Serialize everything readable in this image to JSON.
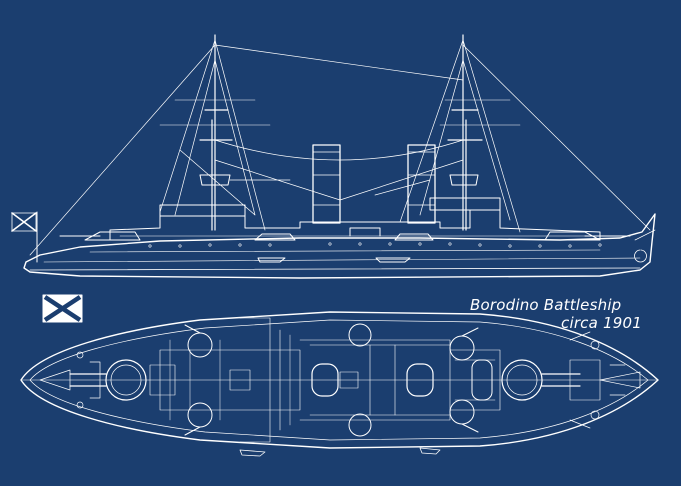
{
  "blueprint": {
    "title_line1": "Borodino Battleship",
    "title_line2": "circa 1901",
    "colors": {
      "background": "#1b3e6f",
      "line": "#ffffff"
    },
    "views": [
      "side-elevation",
      "plan-view"
    ],
    "flag_icon": "st-andrew-saltire-icon"
  }
}
